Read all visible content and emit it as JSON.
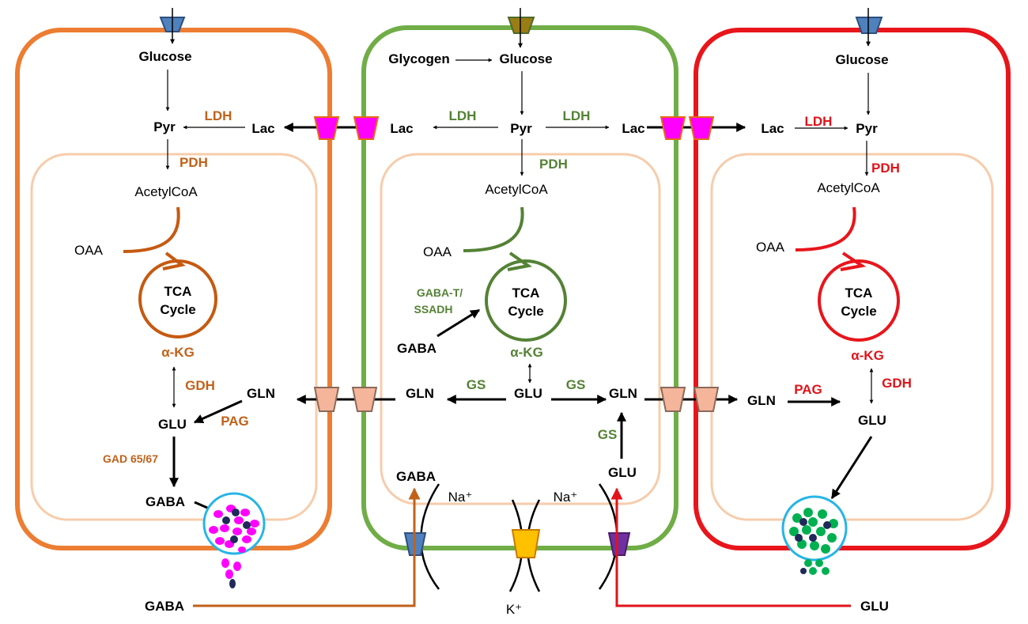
{
  "colors": {
    "gaba_cell": "#ec7d32",
    "gaba_text": "#c0621a",
    "astro_cell": "#70ad47",
    "astro_text": "#548235",
    "glu_cell": "#e8151b",
    "glu_text": "#e0141a",
    "mito": "#f7ccab",
    "transporter_pink": "#ff00ff",
    "transporter_peach": "#f4b59a",
    "transporter_blue": "#4f81bd",
    "transporter_olive": "#9a7d15",
    "transporter_purple": "#7030a0",
    "transporter_yellow": "#ffc000",
    "vesicle_ring": "#26b5e6",
    "vesicle_pink": "#ff00ff",
    "vesicle_green": "#00b050",
    "vesicle_dark": "#1f2a5a"
  },
  "gaba_cell": {
    "glucose": "Glucose",
    "pyr": "Pyr",
    "ldh": "LDH",
    "lac": "Lac",
    "pdh": "PDH",
    "acetylcoa": "AcetylCoA",
    "oaa": "OAA",
    "tca_line1": "TCA",
    "tca_line2": "Cycle",
    "akg": "α-KG",
    "gdh": "GDH",
    "gln": "GLN",
    "glu": "GLU",
    "pag": "PAG",
    "gad": "GAD 65/67",
    "gaba": "GABA"
  },
  "astrocyte": {
    "glycogen": "Glycogen",
    "glucose": "Glucose",
    "lac_left": "Lac",
    "ldh_left": "LDH",
    "pyr": "Pyr",
    "ldh_right": "LDH",
    "lac_right": "Lac",
    "pdh": "PDH",
    "acetylcoa": "AcetylCoA",
    "oaa": "OAA",
    "gaba_t_line1": "GABA-T/",
    "gaba_t_line2": "SSADH",
    "tca_line1": "TCA",
    "tca_line2": "Cycle",
    "gaba": "GABA",
    "akg": "α-KG",
    "gln_left": "GLN",
    "gs_left": "GS",
    "glu": "GLU",
    "gs_right": "GS",
    "gln_right": "GLN",
    "gs_vertical": "GS",
    "glu_bottom": "GLU",
    "gaba_bottom": "GABA",
    "na_left": "Na⁺",
    "na_right": "Na⁺",
    "k": "K⁺"
  },
  "glu_cell": {
    "glucose": "Glucose",
    "lac": "Lac",
    "ldh": "LDH",
    "pyr": "Pyr",
    "pdh": "PDH",
    "acetylcoa": "AcetylCoA",
    "oaa": "OAA",
    "tca_line1": "TCA",
    "tca_line2": "Cycle",
    "akg": "α-KG",
    "gdh": "GDH",
    "gln": "GLN",
    "pag": "PAG",
    "glu": "GLU"
  },
  "external": {
    "gaba": "GABA",
    "glu": "GLU"
  }
}
